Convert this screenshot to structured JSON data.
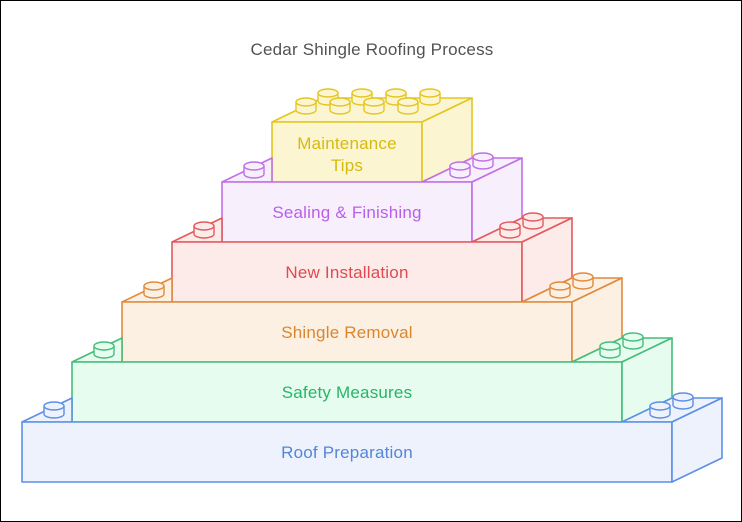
{
  "title": "Cedar Shingle Roofing Process",
  "colors": {
    "title": "#525252",
    "background": "#FFFFFF",
    "frame_border": "#000000"
  },
  "pyramid": {
    "order": "top-to-bottom",
    "layers": [
      {
        "id": "maintenance-tips",
        "label": "Maintenance Tips",
        "lines": [
          "Maintenance",
          "Tips"
        ],
        "stroke": "#E5C51F",
        "fill": "#FBF6D1",
        "text_color": "#D6BA10"
      },
      {
        "id": "sealing-finishing",
        "label": "Sealing & Finishing",
        "lines": [
          "Sealing & Finishing"
        ],
        "stroke": "#C06FE6",
        "fill": "#F7EFFC",
        "text_color": "#BA5EEA"
      },
      {
        "id": "new-installation",
        "label": "New Installation",
        "lines": [
          "New Installation"
        ],
        "stroke": "#E35A5E",
        "fill": "#FCEBE9",
        "text_color": "#E04A50"
      },
      {
        "id": "shingle-removal",
        "label": "Shingle Removal",
        "lines": [
          "Shingle Removal"
        ],
        "stroke": "#DF8B3E",
        "fill": "#FBF0E2",
        "text_color": "#DB862F"
      },
      {
        "id": "safety-measures",
        "label": "Safety Measures",
        "lines": [
          "Safety Measures"
        ],
        "stroke": "#45BD7A",
        "fill": "#E5FCEF",
        "text_color": "#27B567"
      },
      {
        "id": "roof-preparation",
        "label": "Roof Preparation",
        "lines": [
          "Roof Preparation"
        ],
        "stroke": "#5C8FE6",
        "fill": "#EDF2FC",
        "text_color": "#5585DB"
      }
    ]
  }
}
